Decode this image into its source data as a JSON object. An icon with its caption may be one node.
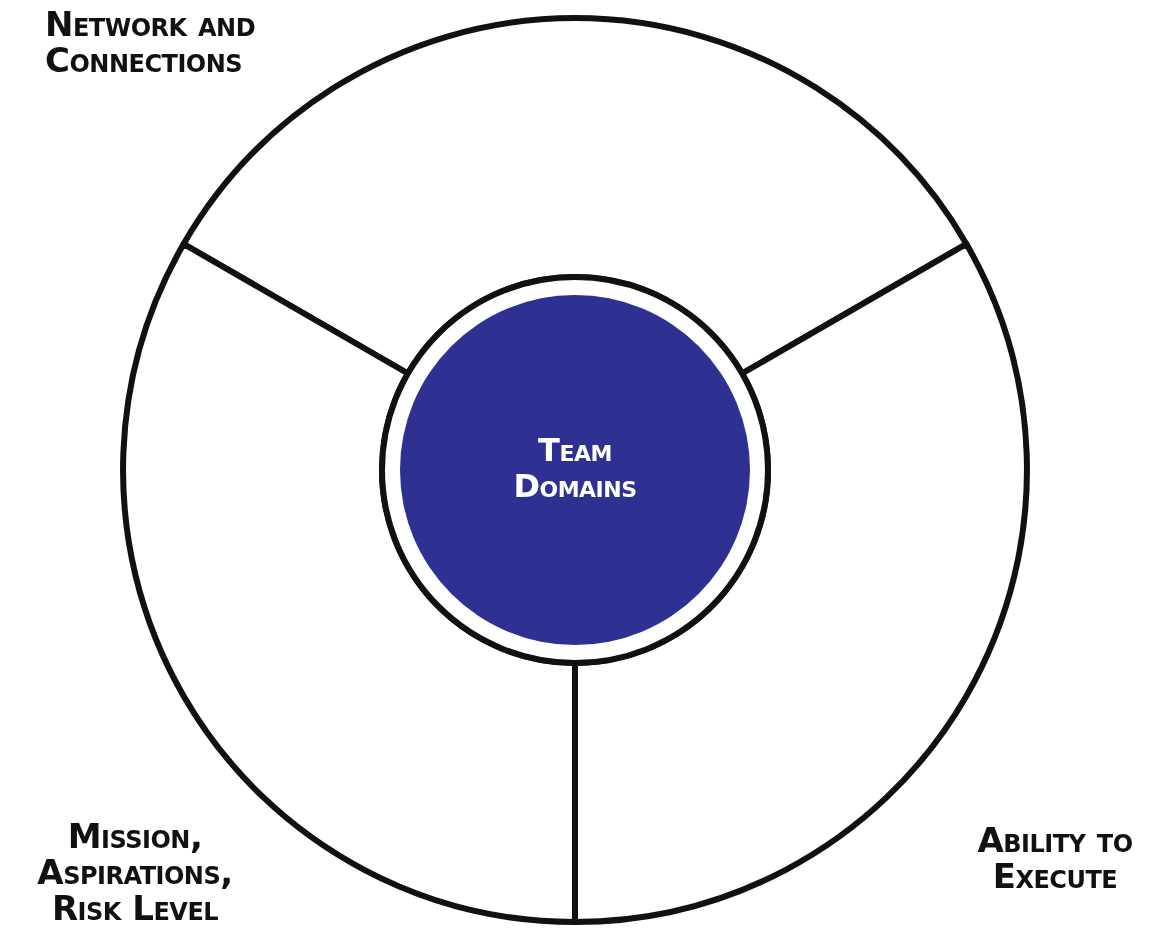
{
  "diagram": {
    "nodes": [
      {
        "text": [
          "Network and Connections"
        ]
      },
      {
        "text": [
          "Mission, Aspirations, Risk Level"
        ]
      },
      {
        "text": [
          "Ability to Execute"
        ]
      },
      {
        "text": [
          "Team Domains"
        ]
      }
    ]
  }
}
